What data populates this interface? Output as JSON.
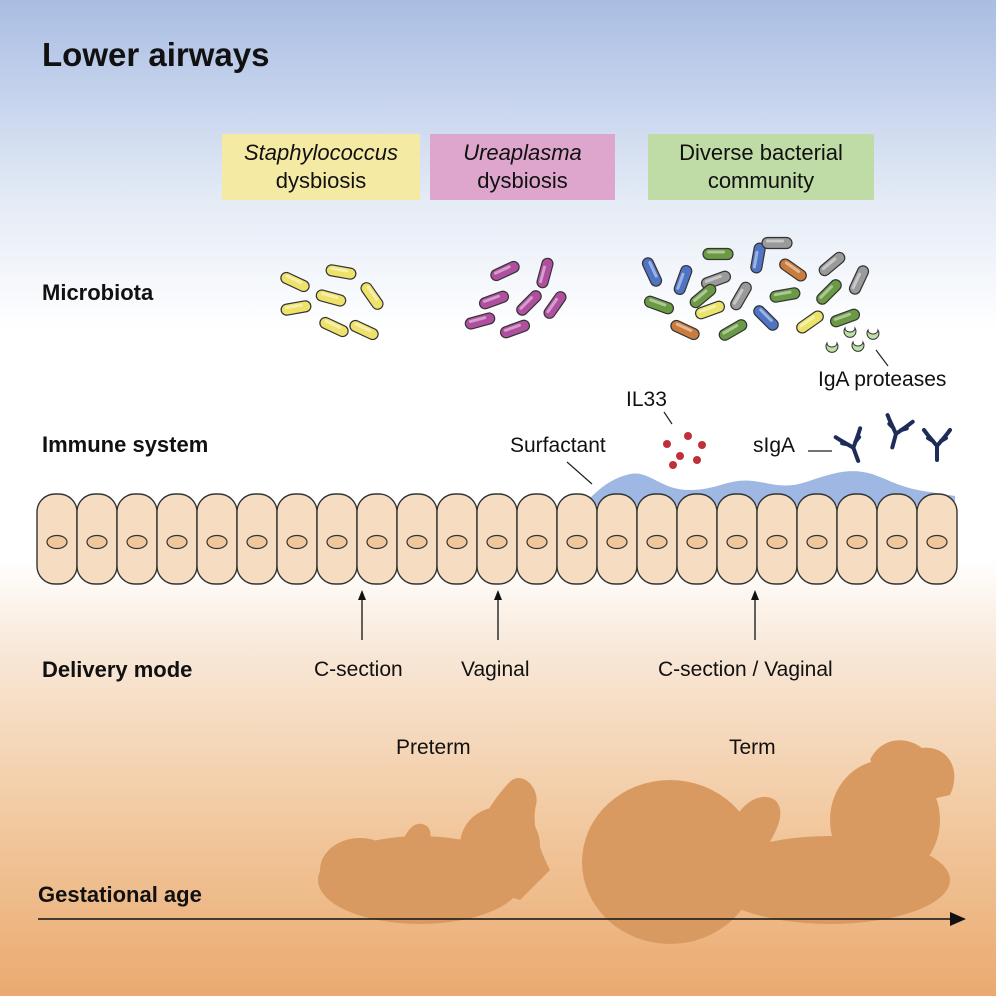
{
  "title": "Lower airways",
  "categories": [
    {
      "line1": "Staphylococcus",
      "line2": "dysbiosis",
      "color": "#f5eaa4"
    },
    {
      "line1": "Ureaplasma",
      "line2": "dysbiosis",
      "color": "#dea6cc"
    },
    {
      "line1": "Diverse bacterial",
      "line2": "community",
      "color": "#bfdca6"
    }
  ],
  "sections": {
    "microbiota": "Microbiota",
    "immune": "Immune system",
    "delivery": "Delivery mode",
    "gestational_age": "Gestational age"
  },
  "annotations": {
    "iga_proteases": "IgA proteases",
    "il33": "IL33",
    "surfactant": "Surfactant",
    "siga": "sIgA"
  },
  "delivery_modes": [
    "C-section",
    "Vaginal",
    "C-section / Vaginal"
  ],
  "ages": [
    "Preterm",
    "Term"
  ],
  "colors": {
    "staph": "#efe26a",
    "urea": "#b04fa0",
    "cell": "#f6dcc0",
    "surfactant": "#9fb7e3",
    "antibody": "#1d2d57",
    "il33": "#c0303a",
    "baby": "#d99a62"
  }
}
